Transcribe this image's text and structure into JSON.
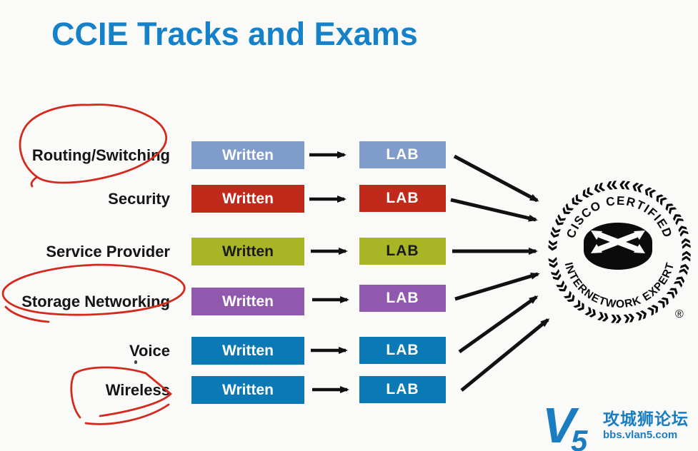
{
  "title": "CCIE Tracks and Exams",
  "title_color": "#1581c9",
  "annotation_color": "#d42a1e",
  "tracks": [
    {
      "label": "Routing/Switching",
      "written": "Written",
      "lab": "LAB",
      "color": "#7f9cca",
      "text_color": "#ffffff",
      "circled": true
    },
    {
      "label": "Security",
      "written": "Written",
      "lab": "LAB",
      "color": "#c02a1b",
      "text_color": "#ffffff",
      "circled": false
    },
    {
      "label": "Service Provider",
      "written": "Written",
      "lab": "LAB",
      "color": "#a8b625",
      "text_color": "#1a1a1a",
      "circled": false
    },
    {
      "label": "Storage Networking",
      "written": "Written",
      "lab": "LAB",
      "color": "#9059ae",
      "text_color": "#ffffff",
      "circled": true
    },
    {
      "label": "Voice",
      "written": "Written",
      "lab": "LAB",
      "color": "#0b79b5",
      "text_color": "#ffffff",
      "circled": false
    },
    {
      "label": "Wireless",
      "written": "Written",
      "lab": "LAB",
      "color": "#0b79b5",
      "text_color": "#ffffff",
      "circled": true
    }
  ],
  "seal": {
    "top_text": "CISCO CERTIFIED",
    "bottom_text": "INTERNETWORK EXPERT",
    "registered": "®",
    "wreath": "««««««««««««««««««««««««««««««««««"
  },
  "watermark": {
    "logo_v": "V",
    "logo_5": "5",
    "site_name": "攻城狮论坛",
    "site_url": "bbs.vlan5.com",
    "color": "#1a7dc2"
  }
}
